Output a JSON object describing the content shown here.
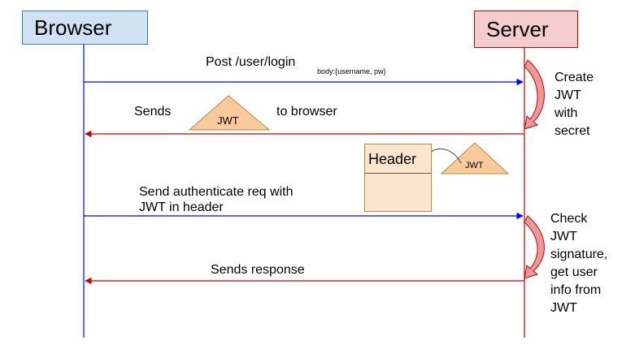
{
  "actors": {
    "browser": "Browser",
    "server": "Server"
  },
  "messages": {
    "login": "Post /user/login",
    "login_body": "body:{username, pw}",
    "sends_prefix": "Sends",
    "jwt_token": "JWT",
    "sends_suffix": "to browser",
    "auth_req_line1": "Send authenticate req with",
    "auth_req_line2": "JWT in header",
    "response": "Sends response"
  },
  "server_notes": {
    "create_jwt": [
      "Create",
      "JWT",
      "with",
      "secret"
    ],
    "check_jwt": [
      "Check",
      "JWT",
      "signature,",
      "get user",
      "info from",
      "JWT"
    ]
  },
  "header_card": {
    "label": "Header",
    "token": "JWT"
  },
  "colors": {
    "browser_fill": "#cfe2f3",
    "browser_border": "#3c78d8",
    "server_fill": "#f4cccc",
    "server_border": "#cc0000",
    "request_arrow": "#0000ff",
    "response_arrow": "#cc0000",
    "token_fill": "#f9cb9c",
    "self_arrow_fill": "#ea9999"
  }
}
